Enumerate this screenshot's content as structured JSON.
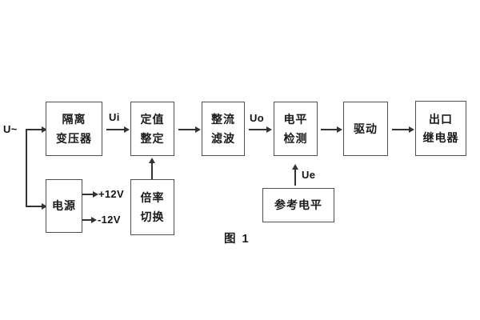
{
  "diagram": {
    "caption": "图 1",
    "input_signal": "U~",
    "signals": {
      "ui": "Ui",
      "uo": "Uo",
      "ue": "Ue"
    },
    "power_outputs": {
      "positive": "+12V",
      "negative": "-12V"
    },
    "blocks": [
      {
        "name": "isolation-transformer",
        "lines": [
          "隔离",
          "变压器"
        ]
      },
      {
        "name": "setpoint-setting",
        "lines": [
          "定值",
          "整定"
        ]
      },
      {
        "name": "rectifier-filter",
        "lines": [
          "整流",
          "滤波"
        ]
      },
      {
        "name": "level-detection",
        "lines": [
          "电平",
          "检测"
        ]
      },
      {
        "name": "driver",
        "lines": [
          "驱动"
        ]
      },
      {
        "name": "output-relay",
        "lines": [
          "出口",
          "继电器"
        ]
      },
      {
        "name": "power-supply",
        "lines": [
          "电源"
        ]
      },
      {
        "name": "multiplier-switch",
        "lines": [
          "倍率",
          "切换"
        ]
      },
      {
        "name": "reference-level",
        "lines": [
          "参考电平"
        ]
      }
    ],
    "colors": {
      "background": "#ffffff",
      "box_border": "#4f4f4f",
      "line": "#333333",
      "text": "#1a1a1a"
    }
  }
}
